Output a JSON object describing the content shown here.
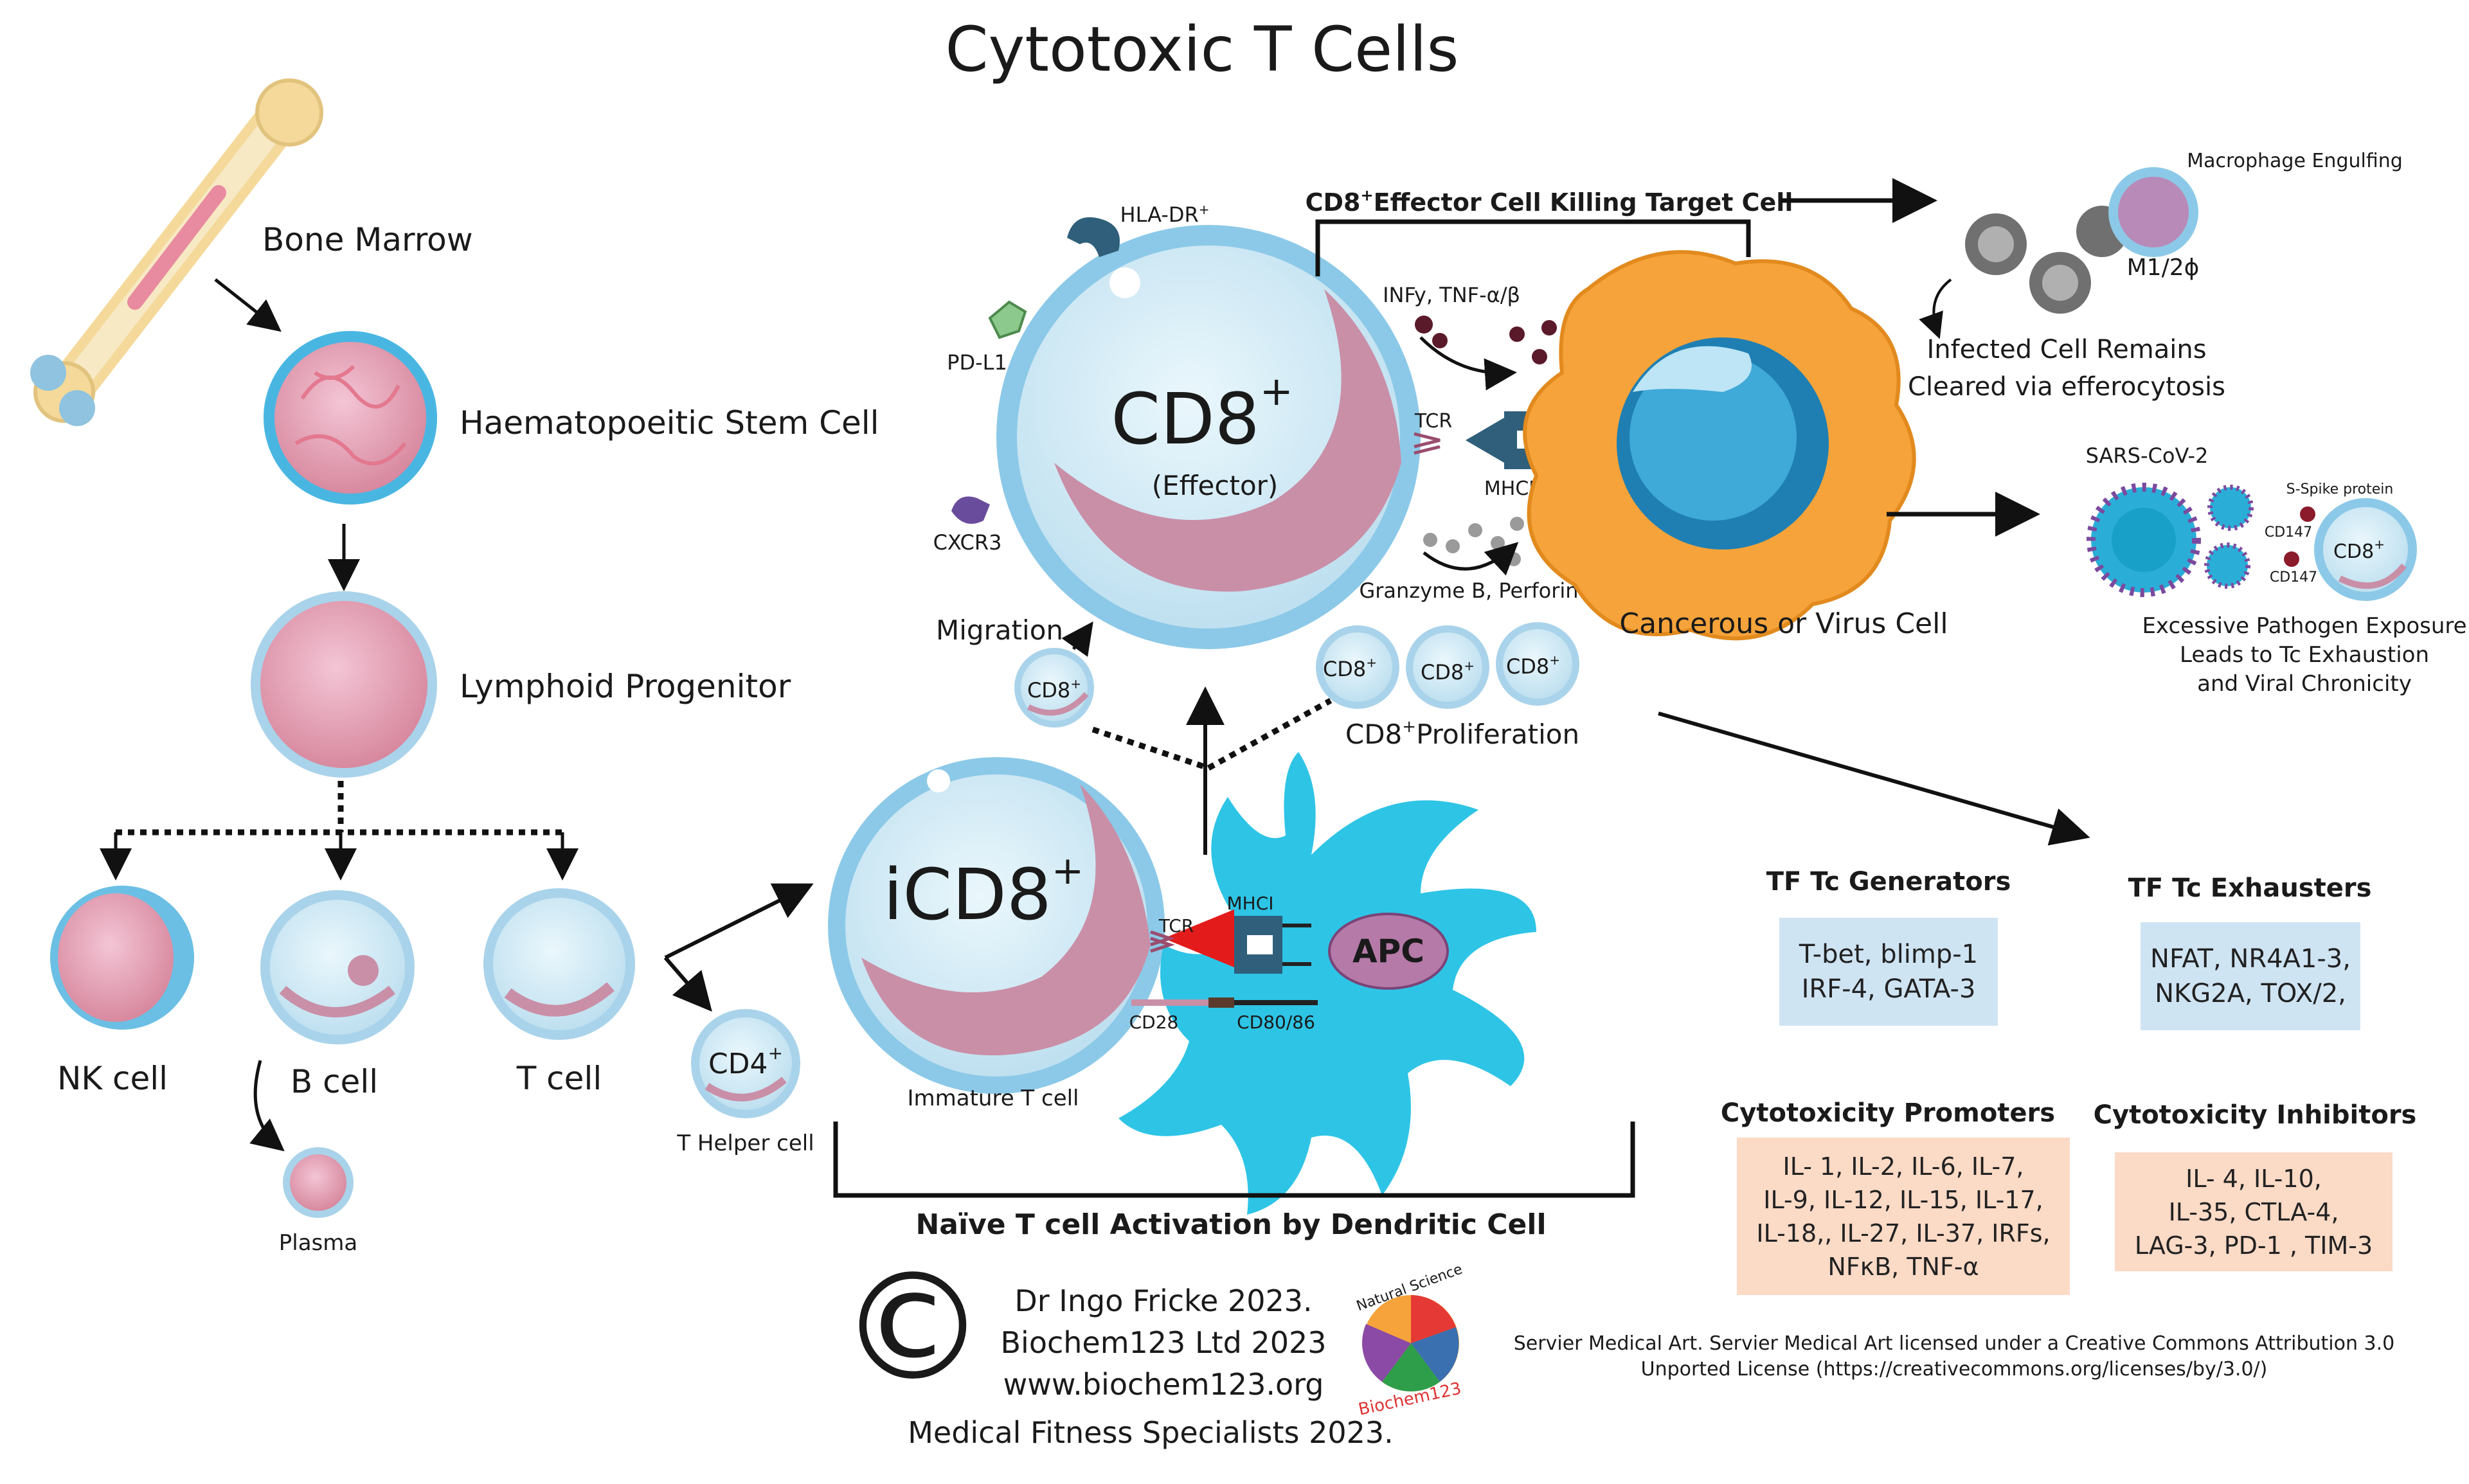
{
  "title": "Cytotoxic T Cells",
  "lineage": {
    "bone_marrow": "Bone Marrow",
    "hsc": "Haematopoeitic Stem Cell",
    "lymphoid": "Lymphoid Progenitor",
    "nk": "NK cell",
    "b": "B cell",
    "t": "T cell",
    "plasma": "Plasma",
    "cd4": "CD4",
    "t_helper": "T Helper cell"
  },
  "effector": {
    "header": "Effector Cell Killing Target Cell",
    "cd8_main": "CD8",
    "effector_sub": "(Effector)",
    "hla": "HLA-DR",
    "pdl1": "PD-L1",
    "cxcr3": "CXCR3",
    "infy": "INFy, TNF-α/β",
    "tcr": "TCR",
    "mhci": "MHCI",
    "granzyme": "Granzyme B, Perforin",
    "target": "Cancerous or Virus Cell",
    "migration": "Migration",
    "proliferation": "Proliferation",
    "cd8_small": "CD8"
  },
  "activation": {
    "icd8": "iCD8",
    "immature": "Immature T cell",
    "tcr": "TCR",
    "mhci": "MHCI",
    "apc": "APC",
    "cd28": "CD28",
    "cd80": "CD80/86",
    "bracket_label": "Naïve T cell Activation by Dendritic Cell"
  },
  "outcome": {
    "macrophage": "Macrophage Engulfing",
    "m1": "M1/2ϕ",
    "infected_line1": "Infected Cell  Remains",
    "infected_line2": "Cleared via efferocytosis",
    "sars": "SARS-CoV-2",
    "spike": "S-Spike protein",
    "cd147_a": "CD147",
    "cd147_b": "CD147",
    "cd8_exh": "CD8",
    "exhaustion_line1": "Excessive Pathogen Exposure",
    "exhaustion_line2": "Leads to Tc Exhaustion",
    "exhaustion_line3": "and Viral Chronicity"
  },
  "factors": {
    "generators_title": "TF Tc Generators",
    "generators": [
      "T-bet, blimp-1",
      "IRF-4, GATA-3"
    ],
    "exhausters_title": "TF Tc  Exhausters",
    "exhausters": [
      "NFAT, NR4A1-3,",
      "NKG2A, TOX/2,"
    ],
    "promoters_title": "Cytotoxicity Promoters",
    "promoters": [
      "IL- 1, IL-2, IL-6, IL-7,",
      "IL-9,  IL-12, IL-15, IL-17,",
      "IL-18,, IL-27, IL-37, IRFs,",
      "NFκB, TNF-α"
    ],
    "inhibitors_title": "Cytotoxicity Inhibitors",
    "inhibitors": [
      "IL- 4, IL-10,",
      "IL-35, CTLA-4,",
      "LAG-3, PD-1 , TIM-3"
    ]
  },
  "credits": {
    "copyright_symbol": "©",
    "line1": "Dr Ingo Fricke 2023.",
    "line2": "Biochem123 Ltd 2023",
    "line3": "www.biochem123.org",
    "line4": "Medical Fitness Specialists 2023.",
    "logo_top": "Natural Science",
    "logo_bottom": "Biochem123",
    "servier1": "Servier Medical Art. Servier Medical Art licensed under a Creative Commons Attribution 3.0",
    "servier2": "Unported License (https://creativecommons.org/licenses/by/3.0/)"
  },
  "colors": {
    "cell_blue": "#a9d3ea",
    "cell_inner": "#dff1f8",
    "nucleus_pink": "#c98fa7",
    "target_orange": "#f5a33a",
    "apc_cyan": "#2ec4e6",
    "box_blue": "#cfe4f3",
    "box_peach": "#fbdac6"
  }
}
